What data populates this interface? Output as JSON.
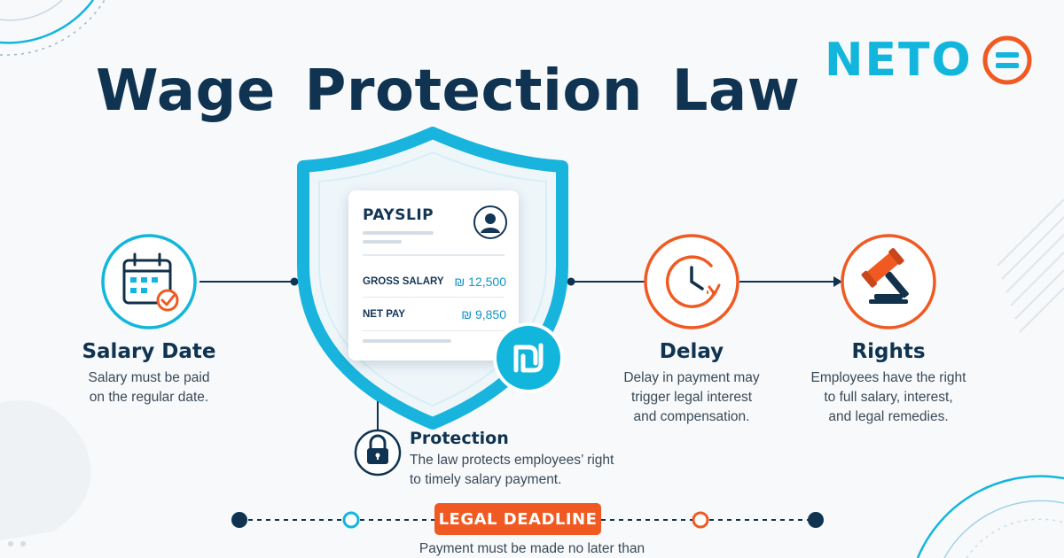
{
  "title": "Wage Protection Law",
  "logo": {
    "text": "NETO"
  },
  "colors": {
    "navy": "#0f3350",
    "cyan": "#12b6dc",
    "orange": "#f05a22",
    "blue_value": "#1494c8"
  },
  "payslip": {
    "title": "PAYSLIP",
    "rows": [
      {
        "label": "GROSS SALARY",
        "value": "₪ 12,500"
      },
      {
        "label": "NET PAY",
        "value": "₪ 9,850"
      }
    ]
  },
  "features": {
    "salary_date": {
      "title": "Salary Date",
      "desc_lines": [
        "Salary must be paid",
        "on the regular date."
      ],
      "icon": "calendar-check-icon"
    },
    "protection": {
      "title": "Protection",
      "desc_lines": [
        "The law protects employees’ right",
        "to timely salary payment."
      ],
      "icon": "lock-icon"
    },
    "delay": {
      "title": "Delay",
      "desc_lines": [
        "Delay in payment may",
        "trigger legal interest",
        "and compensation."
      ],
      "icon": "clock-icon"
    },
    "rights": {
      "title": "Rights",
      "desc_lines": [
        "Employees have the right",
        "to full salary, interest,",
        "and legal remedies."
      ],
      "icon": "gavel-icon"
    }
  },
  "deadline": {
    "badge": "LEGAL DEADLINE",
    "text": "Payment must be made no later than"
  }
}
